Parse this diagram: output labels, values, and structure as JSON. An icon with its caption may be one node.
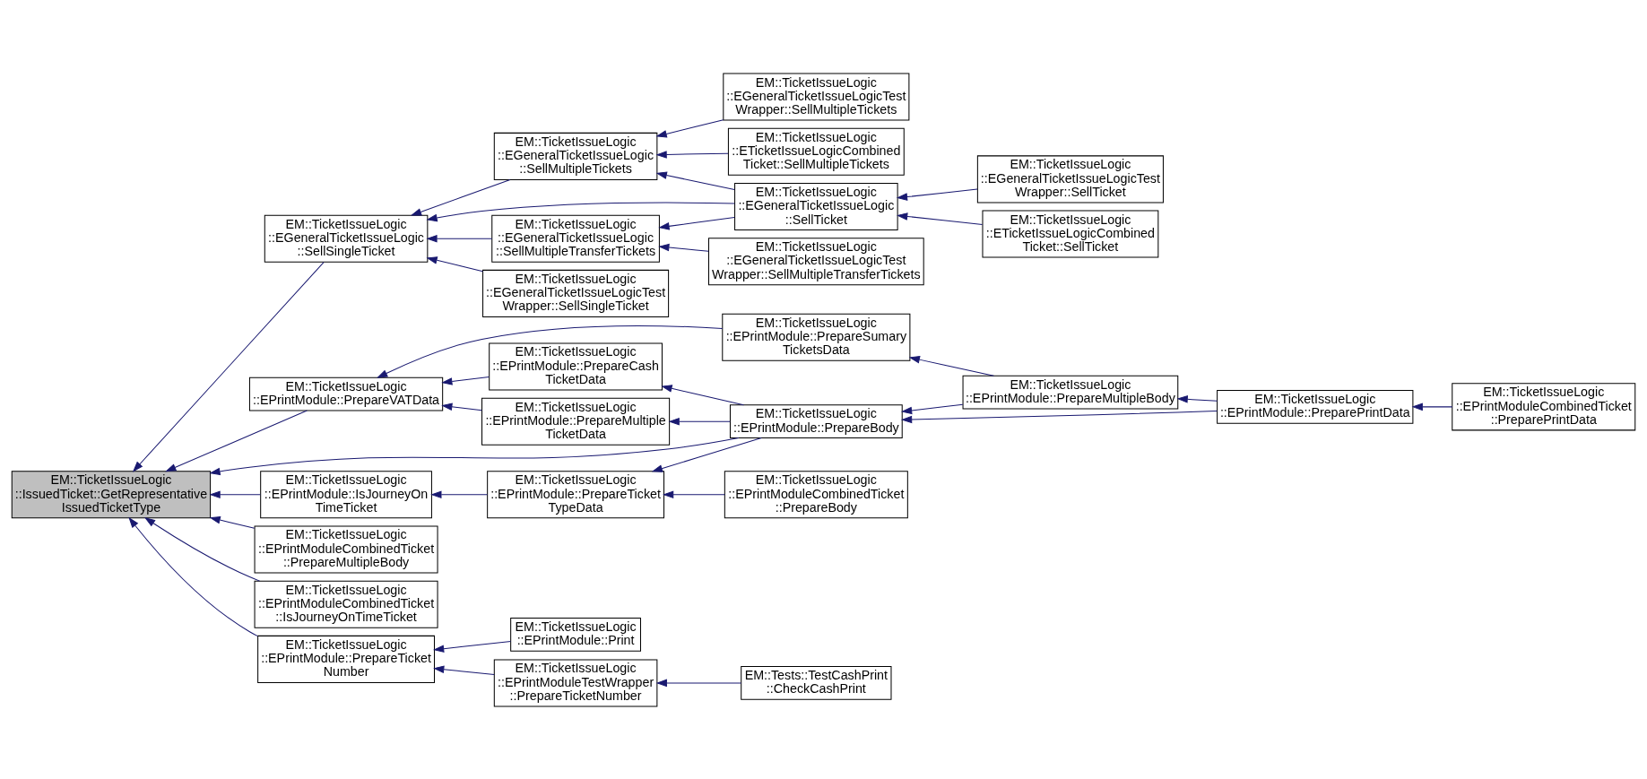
{
  "diagram": {
    "nodes": [
      {
        "text": [
          "EM::TicketIssueLogic ::IssuedTicket::GetRepresentative IssuedTicketType"
        ]
      },
      {
        "text": [
          "EM::TicketIssueLogic ::EGeneralTicketIssueLogic ::SellSingleTicket"
        ]
      },
      {
        "text": [
          "EM::TicketIssueLogic ::EPrintModule::PrepareVATData"
        ]
      },
      {
        "text": [
          "EM::TicketIssueLogic ::EPrintModule::IsJourneyOn TimeTicket"
        ]
      },
      {
        "text": [
          "EM::TicketIssueLogic ::EPrintModule::PrepareTicket Number"
        ]
      },
      {
        "text": [
          "EM::TicketIssueLogic ::EPrintModuleCombinedTicket ::PrepareMultipleBody"
        ]
      },
      {
        "text": [
          "EM::TicketIssueLogic ::EPrintModuleCombinedTicket ::IsJourneyOnTimeTicket"
        ]
      },
      {
        "text": [
          "EM::TicketIssueLogic ::EGeneralTicketIssueLogic ::SellMultipleTransferTickets"
        ]
      },
      {
        "text": [
          "EM::TicketIssueLogic ::EGeneralTicketIssueLogicTest Wrapper::SellSingleTicket"
        ]
      },
      {
        "text": [
          "EM::TicketIssueLogic ::EGeneralTicketIssueLogic ::SellMultipleTickets"
        ]
      },
      {
        "text": [
          "EM::TicketIssueLogic ::EPrintModule::PrepareMultiple TicketData"
        ]
      },
      {
        "text": [
          "EM::TicketIssueLogic ::EPrintModule::PrepareCash TicketData"
        ]
      },
      {
        "text": [
          "EM::TicketIssueLogic ::EPrintModule::PrepareTicket TypeData"
        ]
      },
      {
        "text": [
          "EM::TicketIssueLogic ::EPrintModule::Print"
        ]
      },
      {
        "text": [
          "EM::TicketIssueLogic ::EPrintModuleTestWrapper ::PrepareTicketNumber"
        ]
      },
      {
        "text": [
          "EM::TicketIssueLogic ::EGeneralTicketIssueLogicTest Wrapper::SellMultipleTransferTickets"
        ]
      },
      {
        "text": [
          "EM::TicketIssueLogic ::EGeneralTicketIssueLogic ::SellTicket"
        ]
      },
      {
        "text": [
          "EM::TicketIssueLogic ::EGeneralTicketIssueLogicTest Wrapper::SellMultipleTickets"
        ]
      },
      {
        "text": [
          "EM::TicketIssueLogic ::ETicketIssueLogicCombined Ticket::SellMultipleTickets"
        ]
      },
      {
        "text": [
          "EM::TicketIssueLogic ::EPrintModule::PrepareSumary TicketsData"
        ]
      },
      {
        "text": [
          "EM::TicketIssueLogic ::EPrintModule::PrepareBody"
        ]
      },
      {
        "text": [
          "EM::TicketIssueLogic ::EPrintModuleCombinedTicket ::PrepareBody"
        ]
      },
      {
        "text": [
          "EM::Tests::TestCashPrint ::CheckCashPrint"
        ]
      },
      {
        "text": [
          "EM::TicketIssueLogic ::EGeneralTicketIssueLogicTest Wrapper::SellTicket"
        ]
      },
      {
        "text": [
          "EM::TicketIssueLogic ::ETicketIssueLogicCombined Ticket::SellTicket"
        ]
      },
      {
        "text": [
          "EM::TicketIssueLogic ::EPrintModule::PrepareMultipleBody"
        ]
      },
      {
        "text": [
          "EM::TicketIssueLogic ::EPrintModule::PreparePrintData"
        ]
      },
      {
        "text": [
          "EM::TicketIssueLogic ::EPrintModuleCombinedTicket ::PreparePrintData"
        ]
      }
    ],
    "edges": [
      {
        "from": 1,
        "to": 0,
        "arrow": "to"
      },
      {
        "from": 2,
        "to": 0,
        "arrow": "to"
      },
      {
        "from": 20,
        "to": 0,
        "arrow": "to"
      },
      {
        "from": 3,
        "to": 0,
        "arrow": "to"
      },
      {
        "from": 4,
        "to": 0,
        "arrow": "to"
      },
      {
        "from": 5,
        "to": 0,
        "arrow": "to"
      },
      {
        "from": 6,
        "to": 0,
        "arrow": "to"
      },
      {
        "from": 7,
        "to": 1,
        "arrow": "to"
      },
      {
        "from": 8,
        "to": 1,
        "arrow": "to"
      },
      {
        "from": 16,
        "to": 1,
        "arrow": "to"
      },
      {
        "from": 9,
        "to": 1,
        "arrow": "to"
      },
      {
        "from": 15,
        "to": 7,
        "arrow": "to"
      },
      {
        "from": 16,
        "to": 7,
        "arrow": "to"
      },
      {
        "from": 23,
        "to": 16,
        "arrow": "to"
      },
      {
        "from": 24,
        "to": 16,
        "arrow": "to"
      },
      {
        "from": 16,
        "to": 9,
        "arrow": "to"
      },
      {
        "from": 17,
        "to": 9,
        "arrow": "to"
      },
      {
        "from": 18,
        "to": 9,
        "arrow": "to"
      },
      {
        "from": 19,
        "to": 2,
        "arrow": "to"
      },
      {
        "from": 10,
        "to": 2,
        "arrow": "to"
      },
      {
        "from": 11,
        "to": 2,
        "arrow": "to"
      },
      {
        "from": 20,
        "to": 10,
        "arrow": "to"
      },
      {
        "from": 20,
        "to": 11,
        "arrow": "to"
      },
      {
        "from": 20,
        "to": 12,
        "arrow": "to"
      },
      {
        "from": 12,
        "to": 3,
        "arrow": "to"
      },
      {
        "from": 21,
        "to": 12,
        "arrow": "to"
      },
      {
        "from": 13,
        "to": 4,
        "arrow": "to"
      },
      {
        "from": 14,
        "to": 4,
        "arrow": "to"
      },
      {
        "from": 22,
        "to": 14,
        "arrow": "to"
      },
      {
        "from": 25,
        "to": 19,
        "arrow": "to"
      },
      {
        "from": 25,
        "to": 20,
        "arrow": "to"
      },
      {
        "from": 26,
        "to": 20,
        "arrow": "to"
      },
      {
        "from": 26,
        "to": 25,
        "arrow": "to"
      },
      {
        "from": 27,
        "to": 26,
        "arrow": "to"
      }
    ]
  }
}
